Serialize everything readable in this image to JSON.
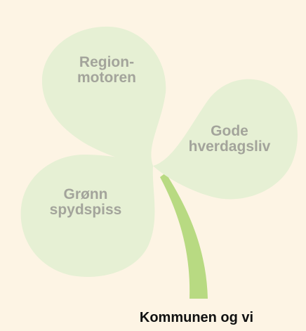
{
  "colors": {
    "background": "#fdf4e4",
    "leaf": "#e6f0d4",
    "stem": "#b8da82",
    "label": "#a3a49b",
    "caption": "#111111"
  },
  "leaves": [
    {
      "line1": "Region-",
      "line2": "motoren"
    },
    {
      "line1": "Gode",
      "line2": "hverdagsliv"
    },
    {
      "line1": "Grønn",
      "line2": "spydspiss"
    }
  ],
  "caption": "Kommunen og vi"
}
